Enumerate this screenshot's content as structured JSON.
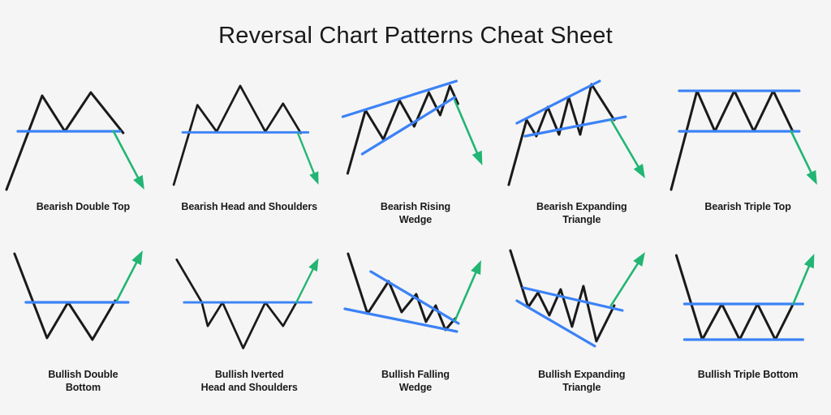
{
  "page": {
    "title": "Reversal Chart Patterns Cheat Sheet",
    "background_color": "#f5f5f5",
    "price_line_color": "#1a1a1a",
    "trend_line_color": "#3b82f6",
    "arrow_bullish_color": "#22b573",
    "arrow_bearish_color": "#22b573",
    "label_color": "#1a1a1a"
  },
  "chart_data": {
    "type": "line",
    "title": "Reversal Chart Patterns Cheat Sheet",
    "xlabel": "",
    "ylabel": "",
    "grid": false,
    "legend": "none",
    "axis_ranges": {
      "x": [
        0,
        200
      ],
      "y": [
        0,
        160
      ]
    },
    "panels": [
      {
        "id": "bearish-double-top",
        "label": "Bearish Double Top",
        "label_lines": [
          "Bearish Double Top"
        ],
        "bias": "bearish",
        "row": 1,
        "column": 1,
        "price_path": [
          [
            8,
            148
          ],
          [
            52,
            32
          ],
          [
            80,
            76
          ],
          [
            112,
            28
          ],
          [
            152,
            78
          ]
        ],
        "trend_lines": [
          {
            "name": "neckline",
            "points": [
              [
                22,
                76
              ],
              [
                148,
                76
              ]
            ],
            "kind": "horizontal-support"
          }
        ],
        "arrow": {
          "from": [
            140,
            76
          ],
          "to": [
            178,
            148
          ],
          "direction": "down"
        }
      },
      {
        "id": "bearish-head-and-shoulders",
        "label": "Bearish Head and Shoulders",
        "label_lines": [
          "Bearish Head and Shoulders"
        ],
        "bias": "bearish",
        "row": 1,
        "column": 2,
        "price_path": [
          [
            10,
            148
          ],
          [
            42,
            40
          ],
          [
            68,
            76
          ],
          [
            100,
            14
          ],
          [
            134,
            76
          ],
          [
            158,
            38
          ],
          [
            182,
            78
          ]
        ],
        "trend_lines": [
          {
            "name": "neckline",
            "points": [
              [
                22,
                77
              ],
              [
                192,
                77
              ]
            ],
            "kind": "horizontal-support"
          }
        ],
        "arrow": {
          "from": [
            178,
            78
          ],
          "to": [
            206,
            148
          ],
          "direction": "down"
        }
      },
      {
        "id": "bearish-rising-wedge",
        "label": "Bearish Rising Wedge",
        "label_lines": [
          "Bearish Rising",
          "Wedge"
        ],
        "bias": "bearish",
        "row": 1,
        "column": 3,
        "price_path": [
          [
            16,
            128
          ],
          [
            38,
            50
          ],
          [
            60,
            86
          ],
          [
            80,
            38
          ],
          [
            98,
            70
          ],
          [
            116,
            28
          ],
          [
            130,
            56
          ],
          [
            142,
            20
          ],
          [
            152,
            42
          ]
        ],
        "trend_lines": [
          {
            "name": "upper-resistance",
            "points": [
              [
                10,
                58
              ],
              [
                150,
                14
              ]
            ],
            "kind": "rising"
          },
          {
            "name": "lower-support",
            "points": [
              [
                34,
                104
              ],
              [
                148,
                34
              ]
            ],
            "kind": "rising"
          }
        ],
        "arrow": {
          "from": [
            148,
            38
          ],
          "to": [
            182,
            118
          ],
          "direction": "down"
        }
      },
      {
        "id": "bearish-expanding-triangle",
        "label": "Bearish Expanding Triangle",
        "label_lines": [
          "Bearish Expanding",
          "Triangle"
        ],
        "bias": "bearish",
        "row": 1,
        "column": 4,
        "price_path": [
          [
            8,
            142
          ],
          [
            30,
            62
          ],
          [
            42,
            82
          ],
          [
            56,
            46
          ],
          [
            70,
            80
          ],
          [
            82,
            34
          ],
          [
            96,
            80
          ],
          [
            110,
            18
          ],
          [
            138,
            62
          ]
        ],
        "trend_lines": [
          {
            "name": "upper-resistance",
            "points": [
              [
                18,
                66
              ],
              [
                120,
                14
              ]
            ],
            "kind": "rising"
          },
          {
            "name": "lower-support",
            "points": [
              [
                28,
                82
              ],
              [
                152,
                58
              ]
            ],
            "kind": "rising-slow"
          }
        ],
        "arrow": {
          "from": [
            134,
            62
          ],
          "to": [
            176,
            134
          ],
          "direction": "down"
        }
      },
      {
        "id": "bearish-triple-top",
        "label": "Bearish Triple Top",
        "label_lines": [
          "Bearish Triple Top"
        ],
        "bias": "bearish",
        "row": 1,
        "column": 5,
        "price_path": [
          [
            8,
            148
          ],
          [
            40,
            26
          ],
          [
            62,
            76
          ],
          [
            86,
            26
          ],
          [
            110,
            76
          ],
          [
            134,
            26
          ],
          [
            158,
            76
          ]
        ],
        "trend_lines": [
          {
            "name": "resistance",
            "points": [
              [
                18,
                26
              ],
              [
                166,
                26
              ]
            ],
            "kind": "horizontal-resistance"
          },
          {
            "name": "support",
            "points": [
              [
                18,
                76
              ],
              [
                166,
                76
              ]
            ],
            "kind": "horizontal-support"
          }
        ],
        "arrow": {
          "from": [
            156,
            76
          ],
          "to": [
            188,
            142
          ],
          "direction": "down"
        }
      },
      {
        "id": "bullish-double-bottom",
        "label": "Bullish Double Bottom",
        "label_lines": [
          "Bullish Double",
          "Bottom"
        ],
        "bias": "bullish",
        "row": 2,
        "column": 1,
        "price_path": [
          [
            8,
            14
          ],
          [
            48,
            118
          ],
          [
            74,
            74
          ],
          [
            104,
            120
          ],
          [
            132,
            72
          ]
        ],
        "trend_lines": [
          {
            "name": "neckline",
            "points": [
              [
                22,
                74
              ],
              [
                148,
                74
              ]
            ],
            "kind": "horizontal-resistance"
          }
        ],
        "arrow": {
          "from": [
            134,
            72
          ],
          "to": [
            166,
            10
          ],
          "direction": "up"
        }
      },
      {
        "id": "bullish-iverted-head-and-shoulders",
        "label": "Bullish Iverted Head and Shoulders",
        "label_lines": [
          "Bullish Iverted",
          "Head and Shoulders"
        ],
        "bias": "bullish",
        "row": 2,
        "column": 2,
        "price_path": [
          [
            14,
            16
          ],
          [
            48,
            74
          ],
          [
            56,
            106
          ],
          [
            76,
            74
          ],
          [
            104,
            136
          ],
          [
            134,
            74
          ],
          [
            158,
            106
          ],
          [
            176,
            74
          ]
        ],
        "trend_lines": [
          {
            "name": "neckline",
            "points": [
              [
                24,
                74
              ],
              [
                196,
                74
              ]
            ],
            "kind": "horizontal-resistance"
          }
        ],
        "arrow": {
          "from": [
            176,
            74
          ],
          "to": [
            206,
            14
          ],
          "direction": "up"
        }
      },
      {
        "id": "bullish-falling-wedge",
        "label": "Bullish Falling Wedge",
        "label_lines": [
          "Bullish Falling",
          "Wedge"
        ],
        "bias": "bullish",
        "row": 2,
        "column": 3,
        "price_path": [
          [
            14,
            14
          ],
          [
            38,
            88
          ],
          [
            64,
            48
          ],
          [
            80,
            86
          ],
          [
            98,
            64
          ],
          [
            110,
            98
          ],
          [
            122,
            78
          ],
          [
            134,
            108
          ],
          [
            146,
            94
          ]
        ],
        "trend_lines": [
          {
            "name": "upper-resistance",
            "points": [
              [
                42,
                36
              ],
              [
                150,
                100
              ]
            ],
            "kind": "falling"
          },
          {
            "name": "lower-support",
            "points": [
              [
                10,
                82
              ],
              [
                148,
                110
              ]
            ],
            "kind": "falling-slow"
          }
        ],
        "arrow": {
          "from": [
            146,
            96
          ],
          "to": [
            178,
            22
          ],
          "direction": "up"
        }
      },
      {
        "id": "bullish-expanding-triangle",
        "label": "Bullish Expanding Triangle",
        "label_lines": [
          "Bullish Expanding",
          "Triangle"
        ],
        "bias": "bullish",
        "row": 2,
        "column": 4,
        "price_path": [
          [
            10,
            10
          ],
          [
            32,
            80
          ],
          [
            44,
            62
          ],
          [
            58,
            90
          ],
          [
            72,
            58
          ],
          [
            86,
            104
          ],
          [
            100,
            54
          ],
          [
            116,
            122
          ],
          [
            138,
            78
          ]
        ],
        "trend_lines": [
          {
            "name": "upper-resistance",
            "points": [
              [
                26,
                56
              ],
              [
                148,
                84
              ]
            ],
            "kind": "falling-slow"
          },
          {
            "name": "lower-support",
            "points": [
              [
                18,
                72
              ],
              [
                114,
                128
              ]
            ],
            "kind": "falling"
          }
        ],
        "arrow": {
          "from": [
            134,
            78
          ],
          "to": [
            176,
            12
          ],
          "direction": "up"
        }
      },
      {
        "id": "bullish-triple-bottom",
        "label": "Bullish Triple Bottom",
        "label_lines": [
          "Bullish Triple Bottom"
        ],
        "bias": "bullish",
        "row": 2,
        "column": 5,
        "price_path": [
          [
            12,
            16
          ],
          [
            44,
            120
          ],
          [
            68,
            76
          ],
          [
            90,
            120
          ],
          [
            112,
            76
          ],
          [
            134,
            120
          ],
          [
            156,
            76
          ]
        ],
        "trend_lines": [
          {
            "name": "resistance",
            "points": [
              [
                22,
                76
              ],
              [
                168,
                76
              ]
            ],
            "kind": "horizontal-resistance"
          },
          {
            "name": "support",
            "points": [
              [
                22,
                120
              ],
              [
                168,
                120
              ]
            ],
            "kind": "horizontal-support"
          }
        ],
        "arrow": {
          "from": [
            156,
            76
          ],
          "to": [
            182,
            14
          ],
          "direction": "up"
        }
      }
    ]
  }
}
